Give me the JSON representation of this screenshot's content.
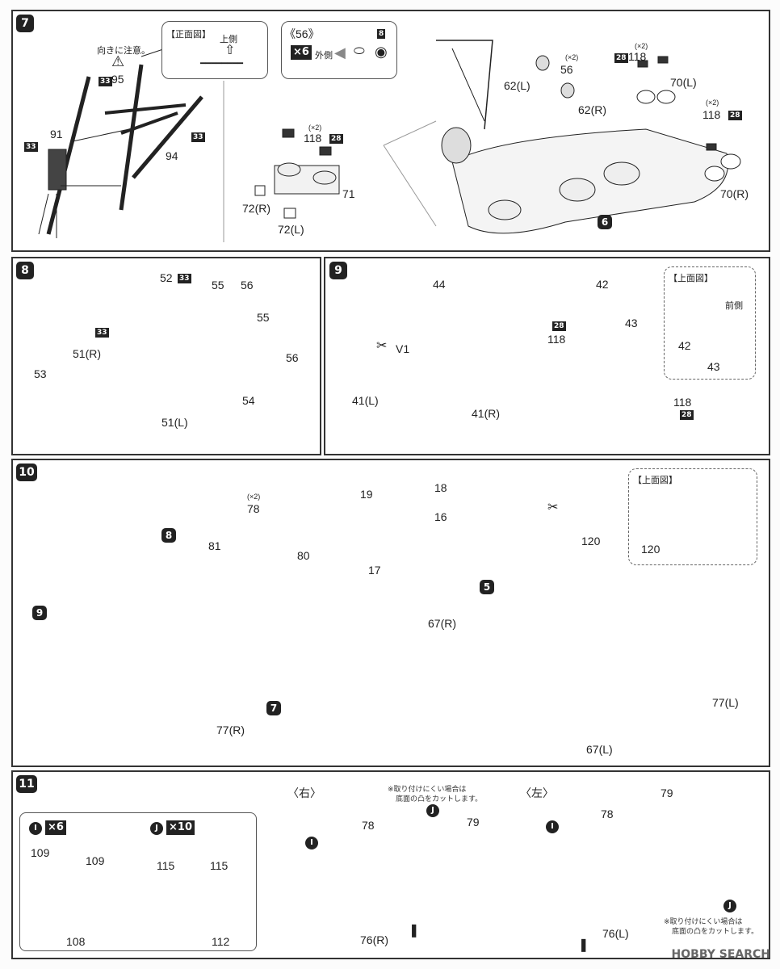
{
  "steps": {
    "s7": {
      "num": "7",
      "caution": "向きに注意。",
      "front_view_title": "【正面図】",
      "front_up": "上側",
      "p56_title": "《56》",
      "p56_count": "×6",
      "p56_outer": "外側",
      "badge8": "8",
      "labels": {
        "p95": "95",
        "p91": "91",
        "p94": "94",
        "p118a": "118",
        "x2a": "(×2)",
        "p71": "71",
        "p72r": "72(R)",
        "p72l": "72(L)",
        "p56": "56",
        "x2b": "(×2)",
        "p62l": "62(L)",
        "p62r": "62(R)",
        "p118b": "118",
        "x2c": "(×2)",
        "p70l": "70(L)",
        "p118c": "118",
        "x2d": "(×2)",
        "p70r": "70(R)",
        "sub6": "6"
      },
      "badges": {
        "b33a": "33",
        "b33b": "33",
        "b33c": "33",
        "b28a": "28",
        "b28b": "28",
        "b28c": "28"
      }
    },
    "s8": {
      "num": "8",
      "labels": {
        "p52": "52",
        "p55a": "55",
        "p56a": "56",
        "p55b": "55",
        "p56b": "56",
        "p51r": "51(R)",
        "p53": "53",
        "p54": "54",
        "p51l": "51(L)"
      },
      "badges": {
        "b33a": "33",
        "b33b": "33"
      }
    },
    "s9": {
      "num": "9",
      "top_view": "【上面図】",
      "front_side": "前側",
      "labels": {
        "p44": "44",
        "v1": "V1",
        "p41l": "41(L)",
        "p41r": "41(R)",
        "p42a": "42",
        "p43a": "43",
        "p118a": "118",
        "p118b": "118",
        "p42b": "42",
        "p43b": "43"
      },
      "badges": {
        "b28a": "28",
        "b28b": "28"
      }
    },
    "s10": {
      "num": "10",
      "top_view": "【上面図】",
      "labels": {
        "p78": "78",
        "x2": "(×2)",
        "p81": "81",
        "p80": "80",
        "p77r": "77(R)",
        "p19": "19",
        "p18": "18",
        "p16": "16",
        "p17": "17",
        "p120a": "120",
        "p120b": "120",
        "p67r": "67(R)",
        "p67l": "67(L)",
        "p77l": "77(L)"
      },
      "subs": {
        "s8": "8",
        "s9": "9",
        "s7": "7",
        "s5": "5"
      }
    },
    "s11": {
      "num": "11",
      "right_title": "〈右〉",
      "left_title": "〈左〉",
      "note_right_1": "※取り付けにくい場合は",
      "note_right_2": "底面の凸をカットします。",
      "note_left_1": "※取り付けにくい場合は",
      "note_left_2": "底面の凸をカットします。",
      "i_mark": "I",
      "i_count": "×6",
      "j_mark": "J",
      "j_count": "×10",
      "labels": {
        "p109a": "109",
        "p109b": "109",
        "p108": "108",
        "p115a": "115",
        "p115b": "115",
        "p112": "112",
        "p78r": "78",
        "p79r": "79",
        "p76r": "76(R)",
        "p78l": "78",
        "p79l": "79",
        "p76l": "76(L)"
      }
    }
  },
  "watermark": "HOBBY SEARCH",
  "colors": {
    "ink": "#222222",
    "panel_border": "#333333",
    "light": "#e6e6e6",
    "dark": "#3a3a3a"
  }
}
